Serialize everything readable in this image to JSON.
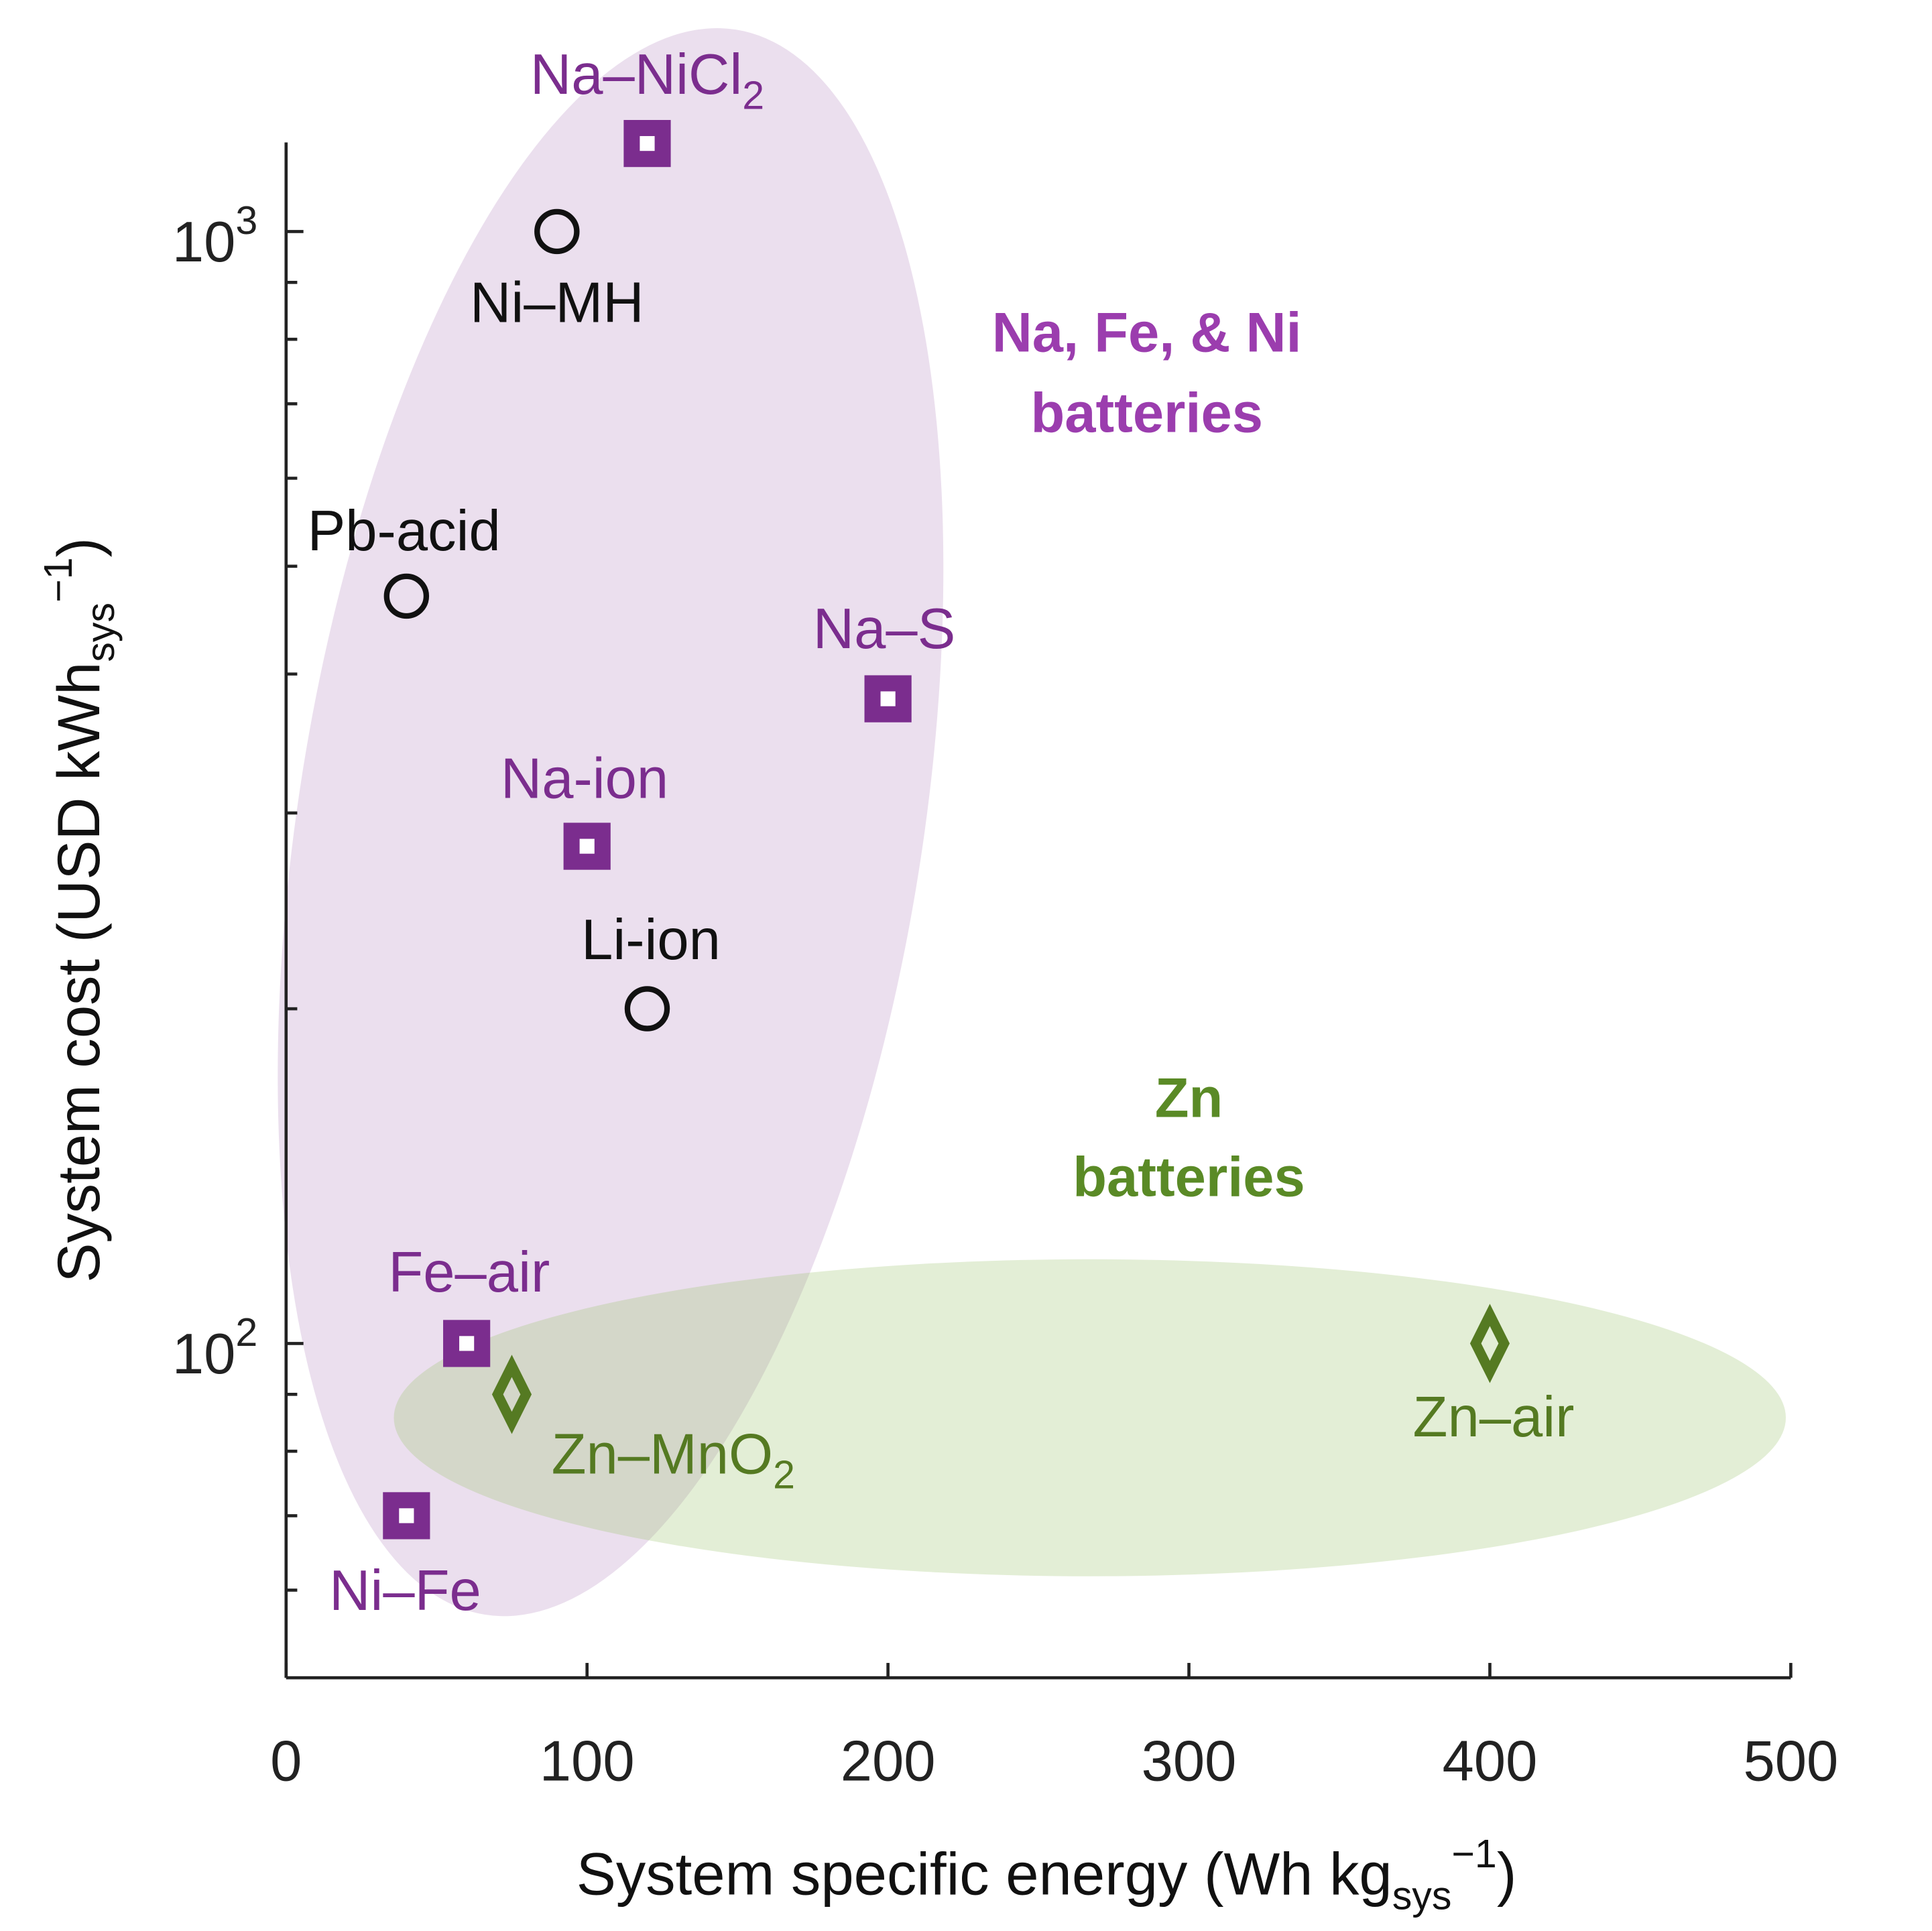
{
  "chart_data": {
    "type": "scatter",
    "xlabel": {
      "main": "System specific energy (Wh kg",
      "sub": "sys",
      "sup": "−1",
      "end": ")"
    },
    "ylabel": {
      "main": "System cost (USD kWh",
      "sub": "sys",
      "sup": "−1",
      "end": ")"
    },
    "xlim": [
      0,
      500
    ],
    "ylim": [
      50,
      1200
    ],
    "yscale": "log",
    "grid": false,
    "x_ticks": [
      "0",
      "100",
      "200",
      "300",
      "400",
      "500"
    ],
    "x_tick_values": [
      0,
      100,
      200,
      300,
      400,
      500
    ],
    "y_ticks": [
      {
        "base": "10",
        "exp": "2",
        "value": 100
      },
      {
        "base": "10",
        "exp": "3",
        "value": 1000
      }
    ],
    "y_minor_ticks": [
      60,
      70,
      80,
      90,
      200,
      300,
      400,
      500,
      600,
      700,
      800,
      900
    ],
    "colors": {
      "purple": "#7B2D8E",
      "green": "#557A22",
      "black": "#111111",
      "purple_region": "#EBDFEE",
      "green_region": "#9CC26A"
    },
    "groups": [
      {
        "line1": "Na, Fe, & Ni",
        "line2": "batteries",
        "color": "#9B3DAE"
      },
      {
        "line1": "Zn",
        "line2": "batteries",
        "color": "#5A8A26"
      }
    ],
    "points": [
      {
        "label": "Na–NiCl",
        "sub": "2",
        "x": 120,
        "y": 1200,
        "marker": "square",
        "color": "#7B2D8E"
      },
      {
        "label": "Ni–MH",
        "sub": "",
        "x": 90,
        "y": 1000,
        "marker": "circle",
        "color": "#111111"
      },
      {
        "label": "Pb-acid",
        "sub": "",
        "x": 40,
        "y": 470,
        "marker": "circle",
        "color": "#111111"
      },
      {
        "label": "Na–S",
        "sub": "",
        "x": 200,
        "y": 380,
        "marker": "square",
        "color": "#7B2D8E"
      },
      {
        "label": "Na-ion",
        "sub": "",
        "x": 100,
        "y": 280,
        "marker": "square",
        "color": "#7B2D8E"
      },
      {
        "label": "Li-ion",
        "sub": "",
        "x": 120,
        "y": 200,
        "marker": "circle",
        "color": "#111111"
      },
      {
        "label": "Fe–air",
        "sub": "",
        "x": 60,
        "y": 100,
        "marker": "square",
        "color": "#7B2D8E"
      },
      {
        "label": "Zn–MnO",
        "sub": "2",
        "x": 75,
        "y": 90,
        "marker": "diamond",
        "color": "#557A22"
      },
      {
        "label": "Ni–Fe",
        "sub": "",
        "x": 40,
        "y": 70,
        "marker": "square",
        "color": "#7B2D8E"
      },
      {
        "label": "Zn–air",
        "sub": "",
        "x": 400,
        "y": 100,
        "marker": "diamond",
        "color": "#557A22"
      }
    ]
  }
}
